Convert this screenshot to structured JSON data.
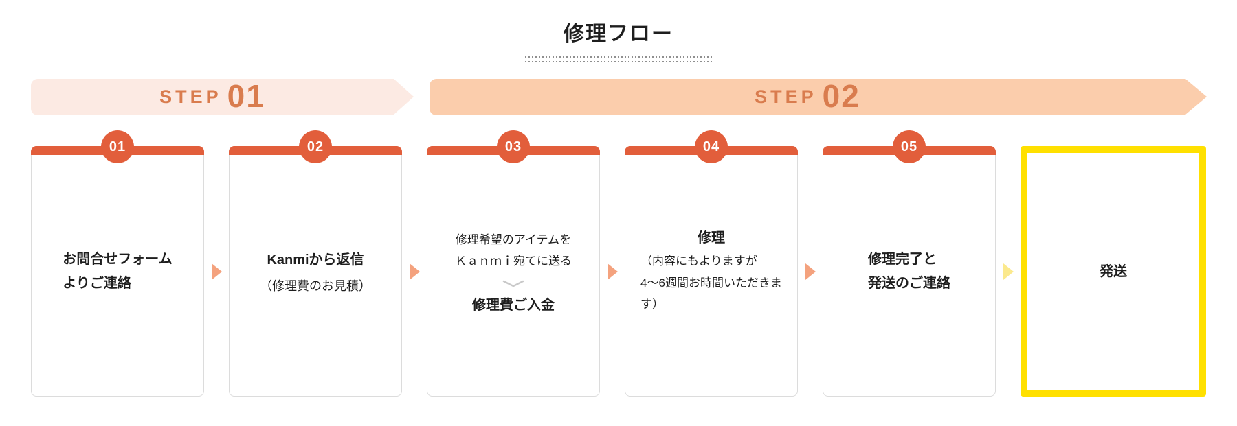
{
  "page": {
    "title": "修理フロー"
  },
  "banners": {
    "step1": {
      "label": "STEP",
      "number": "01"
    },
    "step2": {
      "label": "STEP",
      "number": "02"
    }
  },
  "cards": {
    "c1": {
      "badge": "01",
      "line1": "お問合せフォーム",
      "line2": "よりご連絡"
    },
    "c2": {
      "badge": "02",
      "title": "Kanmiから返信",
      "note": "（修理費のお見積）"
    },
    "c3": {
      "badge": "03",
      "line1": "修理希望のアイテムを",
      "line2": "Ｋａｎｍｉ宛てに送る",
      "payment": "修理費ご入金"
    },
    "c4": {
      "badge": "04",
      "title": "修理",
      "note_lines": [
        "（内容にもよりますが",
        "4〜6週間お時間いただきま",
        "す）"
      ]
    },
    "c5": {
      "badge": "05",
      "line1": "修理完了と",
      "line2": "発送のご連絡"
    },
    "c6": {
      "title": "発送"
    }
  },
  "icons": {
    "chevron_down": "chevron-down"
  },
  "colors": {
    "accent_orange": "#E25E3B",
    "step1_bg": "#FCEAE3",
    "step2_bg": "#FBCDAC",
    "step_text": "#D97C4E",
    "arrow_salmon": "#F4A27E",
    "arrow_yellow": "#FBE98D",
    "highlight_yellow": "#FFE000",
    "card_border": "#DCDCDC",
    "chevron_gray": "#C9C9C9",
    "dotted_line": "#8F8F8F",
    "text_dark": "#1E1E1E"
  }
}
